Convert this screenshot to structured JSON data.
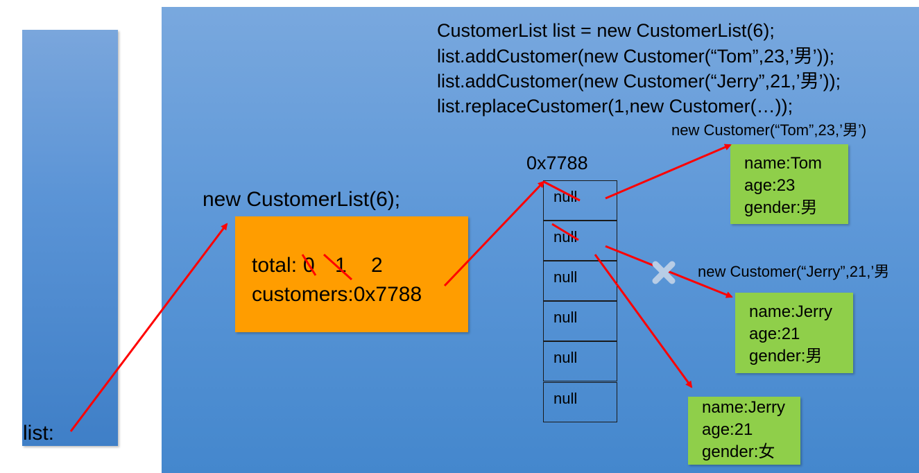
{
  "code_lines": [
    "CustomerList list = new CustomerList(6);",
    "list.addCustomer(new Customer(“Tom”,23,’男’));",
    "list.addCustomer(new Customer(“Jerry”,21,’男’));",
    "list.replaceCustomer(1,new Customer(…));"
  ],
  "stack_label": "list:",
  "customerlist_label": "new CustomerList(6);",
  "customerlist_box": {
    "total_prefix": "total:",
    "total_values": [
      "0",
      "1",
      "2"
    ],
    "customers_line": "customers:0x7788"
  },
  "array_address": "0x7788",
  "array_cells": [
    "null",
    "null",
    "null",
    "null",
    "null",
    "null"
  ],
  "tom_label": "new Customer(“Tom”,23,’男’)",
  "jerry_label": "new Customer(“Jerry”,21,’男",
  "customer_tom": [
    "name:Tom",
    "age:23",
    "gender:男"
  ],
  "customer_jerry_old": [
    "name:Jerry",
    "age:21",
    "gender:男"
  ],
  "customer_jerry_new": [
    "name:Jerry",
    "age:21",
    "gender:女"
  ],
  "colors": {
    "arrow": "#ff0000",
    "orange": "#ff9d00",
    "green": "#8fcf4a",
    "heap": "#5e98d8"
  }
}
